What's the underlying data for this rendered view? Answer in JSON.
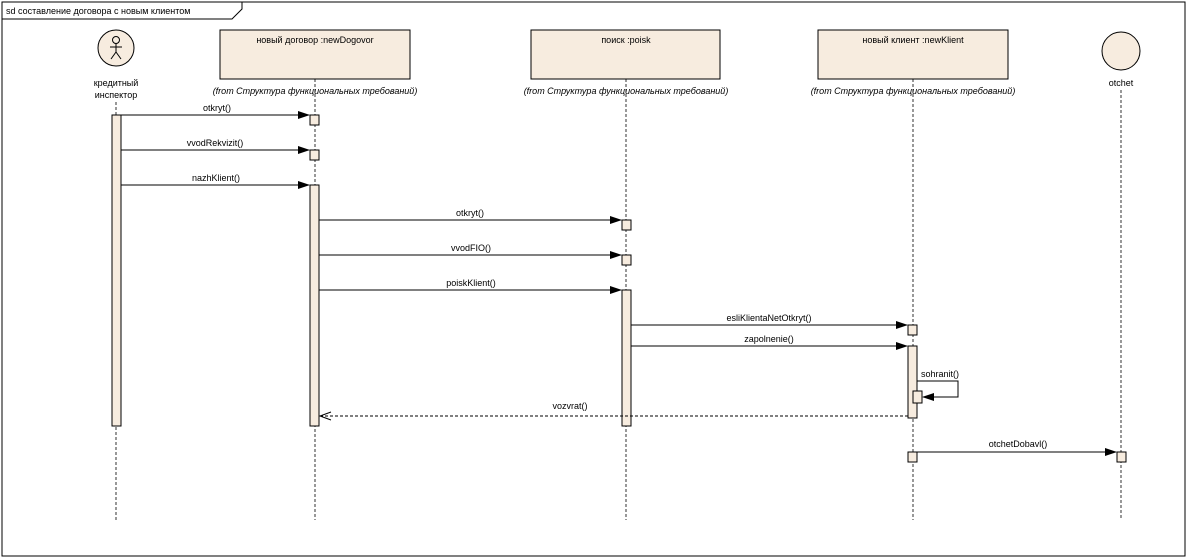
{
  "frame": {
    "title": "sd составление договора с новым клиентом"
  },
  "colors": {
    "box_fill": "#f7ecdf",
    "line": "#000000",
    "background": "#ffffff"
  },
  "participants": [
    {
      "id": "actor",
      "kind": "actor",
      "icon": "actor-stick-figure-icon",
      "label_lines": [
        "кредитный",
        "инспектор"
      ]
    },
    {
      "id": "newDogovor",
      "kind": "object",
      "label": "новый договор :newDogovor",
      "note": "(from Структура функциональных требований)"
    },
    {
      "id": "poisk",
      "kind": "object",
      "label": "поиск :poisk",
      "note": "(from Структура функциональных требований)"
    },
    {
      "id": "newKlient",
      "kind": "object",
      "label": "новый клиент :newKlient",
      "note": "(from Структура функциональных требований)"
    },
    {
      "id": "otchet",
      "kind": "boundary-circle",
      "icon": "entity-circle-icon",
      "label": "otchet"
    }
  ],
  "messages": [
    {
      "label": "otkryt()",
      "from": "actor",
      "to": "newDogovor",
      "style": "sync"
    },
    {
      "label": "vvodRekvizit()",
      "from": "actor",
      "to": "newDogovor",
      "style": "sync"
    },
    {
      "label": "nazhKlient()",
      "from": "actor",
      "to": "newDogovor",
      "style": "sync"
    },
    {
      "label": "otkryt()",
      "from": "newDogovor",
      "to": "poisk",
      "style": "sync"
    },
    {
      "label": "vvodFIO()",
      "from": "newDogovor",
      "to": "poisk",
      "style": "sync"
    },
    {
      "label": "poiskKlient()",
      "from": "newDogovor",
      "to": "poisk",
      "style": "sync"
    },
    {
      "label": "esliKlientaNetOtkryt()",
      "from": "poisk",
      "to": "newKlient",
      "style": "sync"
    },
    {
      "label": "zapolnenie()",
      "from": "poisk",
      "to": "newKlient",
      "style": "sync"
    },
    {
      "label": "sohranit()",
      "from": "newKlient",
      "to": "newKlient",
      "style": "self"
    },
    {
      "label": "vozvrat()",
      "from": "newKlient",
      "to": "newDogovor",
      "style": "return"
    },
    {
      "label": "otchetDobavl()",
      "from": "newKlient",
      "to": "otchet",
      "style": "sync"
    }
  ]
}
